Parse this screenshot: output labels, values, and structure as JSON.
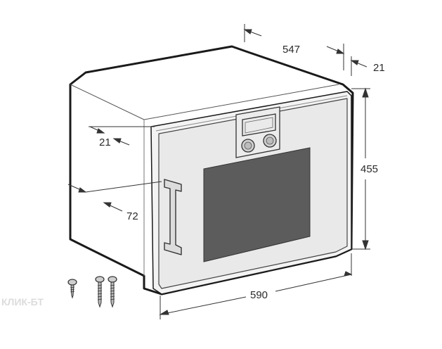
{
  "dimensions": {
    "width_depth": "547",
    "front_panel_thickness": "21",
    "height": "455",
    "side_offset": "21",
    "handle_depth": "72",
    "width": "590"
  },
  "watermark": "КЛИК-БТ",
  "colors": {
    "outline": "#1a1a1a",
    "door_face": "#e9e9e9",
    "window": "#5c5c5c",
    "dimension_line": "#333333"
  }
}
